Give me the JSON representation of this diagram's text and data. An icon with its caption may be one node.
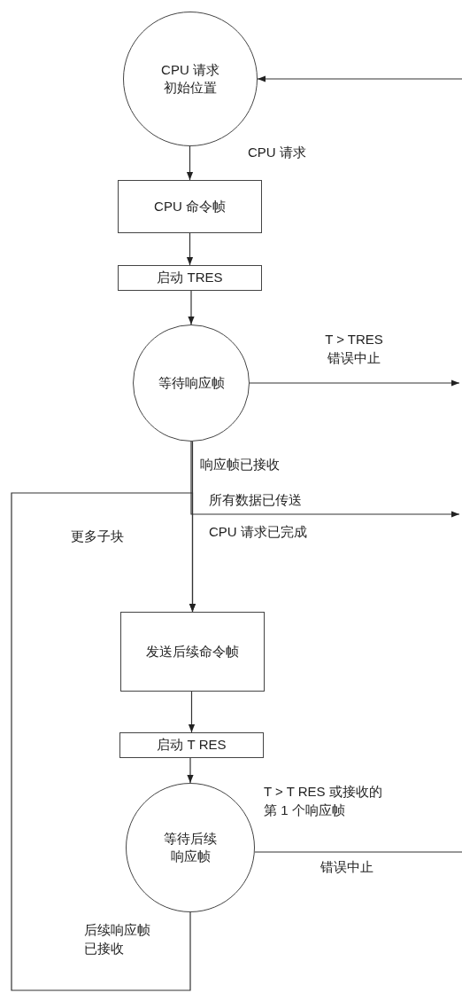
{
  "diagram": {
    "nodes": [
      {
        "text": [
          "CPU 请求初始位置"
        ]
      },
      {
        "text": [
          "CPU 命令帧"
        ]
      },
      {
        "text": [
          "启动 TRES"
        ]
      },
      {
        "text": [
          "等待响应帧"
        ]
      },
      {
        "text": [
          "发送后续命令帧"
        ]
      },
      {
        "text": [
          "启动 T RES"
        ]
      },
      {
        "text": [
          "等待后续响应帧"
        ]
      }
    ],
    "edges": [
      {
        "from": 0,
        "to": 1,
        "arrow": "to",
        "label": "CPU 请求"
      },
      {
        "from": 1,
        "to": 2,
        "arrow": "to"
      },
      {
        "from": 2,
        "to": 3,
        "arrow": "to"
      },
      {
        "from": 3,
        "to": null,
        "arrow": "to",
        "label": "T > TRES 错误中止"
      },
      {
        "from": 3,
        "to": 4,
        "arrow": "to",
        "label": "响应帧已接收"
      },
      {
        "from": 3,
        "to": null,
        "arrow": "to",
        "label": "所有数据已传送"
      },
      {
        "from": 4,
        "to": 5,
        "arrow": "to"
      },
      {
        "from": 5,
        "to": 6,
        "arrow": "to"
      },
      {
        "from": 6,
        "to": null,
        "arrow": "none",
        "label": "错误中止"
      },
      {
        "from": null,
        "to": 0,
        "arrow": "to"
      },
      {
        "from": 6,
        "to": 4,
        "arrow": "to",
        "label": "后续响应帧已接收"
      }
    ],
    "labels": [
      "更多子块",
      "CPU 请求已完成",
      "T > T RES 或接收的第 1 个响应帧"
    ]
  }
}
